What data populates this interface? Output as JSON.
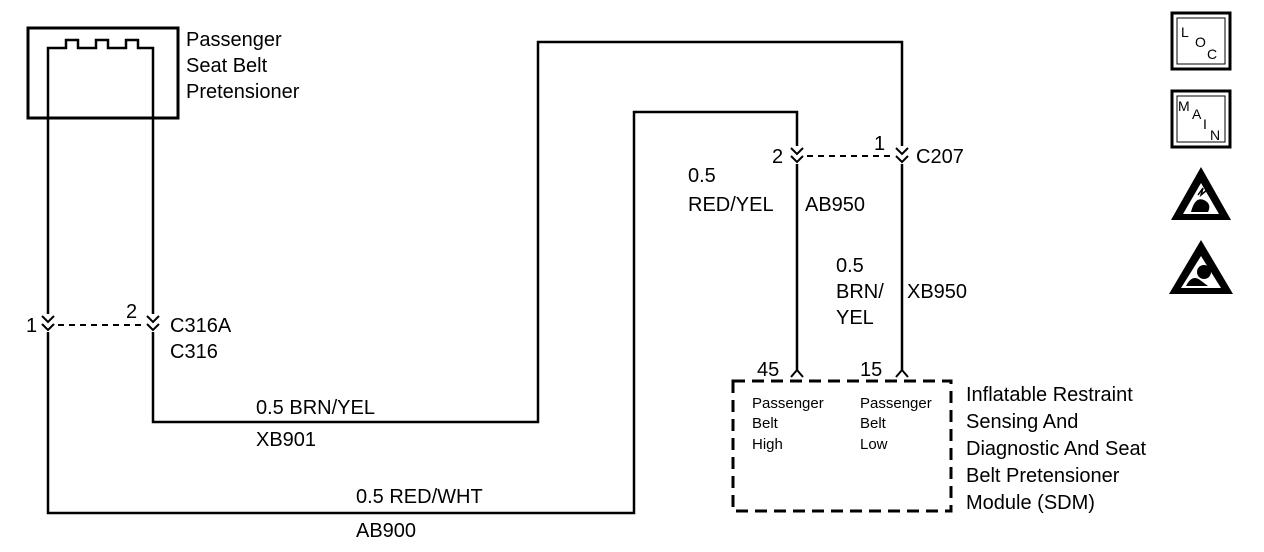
{
  "component_pretensioner": {
    "line1": "Passenger",
    "line2": "Seat Belt",
    "line3": "Pretensioner"
  },
  "connector_c316": {
    "pin_left": "1",
    "pin_right": "2",
    "name1": "C316A",
    "name2": "C316"
  },
  "connector_c207": {
    "pin_left": "2",
    "pin_right": "1",
    "name": "C207"
  },
  "wire_xb901": {
    "gauge_color": "0.5 BRN/YEL",
    "circuit": "XB901"
  },
  "wire_ab900": {
    "gauge_color": "0.5 RED/WHT",
    "circuit": "AB900"
  },
  "wire_ab950": {
    "gauge": "0.5",
    "color": "RED/YEL",
    "circuit": "AB950"
  },
  "wire_xb950": {
    "gauge": "0.5",
    "color1": "BRN/",
    "color2": "YEL",
    "circuit": "XB950"
  },
  "sdm": {
    "pin_high": "45",
    "pin_low": "15",
    "high_line1": "Passenger",
    "high_line2": "Belt",
    "high_line3": "High",
    "low_line1": "Passenger",
    "low_line2": "Belt",
    "low_line3": "Low",
    "name_line1": "Inflatable Restraint",
    "name_line2": "Sensing And",
    "name_line3": "Diagnostic And Seat",
    "name_line4": "Belt Pretensioner",
    "name_line5": "Module (SDM)"
  },
  "icons": {
    "loc": {
      "l": "L",
      "o": "O",
      "c": "C"
    },
    "main": {
      "m": "M",
      "a": "A",
      "i": "I",
      "n": "N"
    },
    "esd_icon": "esd-warning-icon",
    "airbag_icon": "airbag-warning-icon"
  }
}
